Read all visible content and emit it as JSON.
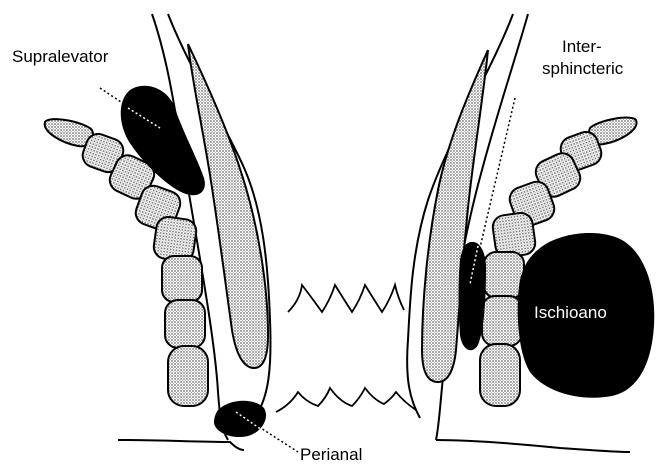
{
  "labels": {
    "supralevator": "Supralevator",
    "intersphincteric_line1": "Inter-",
    "intersphincteric_line2": "sphincteric",
    "ischioano": "Ischioano",
    "perianal": "Perianal"
  },
  "colors": {
    "outline": "#000000",
    "abscess_fill": "#000000",
    "muscle_fill": "#c4c4c4",
    "background": "#ffffff",
    "inverse_text": "#ffffff"
  }
}
